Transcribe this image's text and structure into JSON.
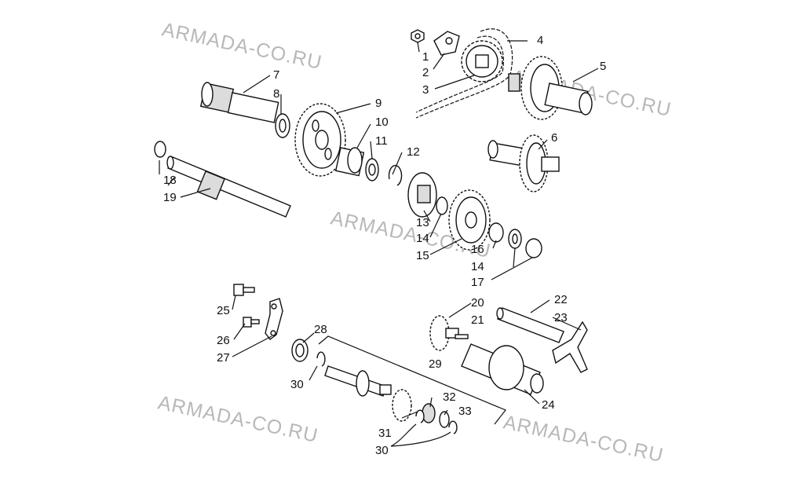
{
  "watermarks": [
    "ARMADA-CO.RU",
    "ARMADA-CO.RU",
    "ARMADA-CO.RU",
    "ARMADA-CO.RU",
    "ARMADA-CO.RU"
  ],
  "callouts": {
    "c1": "1",
    "c2": "2",
    "c3": "3",
    "c4": "4",
    "c5": "5",
    "c6": "6",
    "c7": "7",
    "c8": "8",
    "c9": "9",
    "c10": "10",
    "c11": "11",
    "c12": "12",
    "c13": "13",
    "c14a": "14",
    "c14b": "14",
    "c15": "15",
    "c16": "16",
    "c17": "17",
    "c18": "18",
    "c19": "19",
    "c20": "20",
    "c21": "21",
    "c22": "22",
    "c23": "23",
    "c24": "24",
    "c25": "25",
    "c26": "26",
    "c27": "27",
    "c28": "28",
    "c29": "29",
    "c30a": "30",
    "c30b": "30",
    "c31": "31",
    "c32": "32",
    "c33": "33"
  }
}
